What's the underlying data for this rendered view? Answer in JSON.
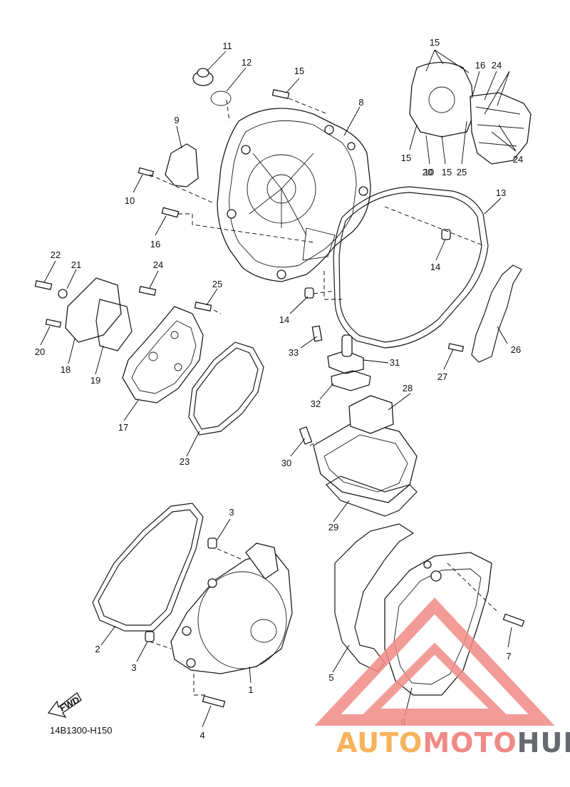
{
  "diagram": {
    "code": "14B1300-H150",
    "fwd_label": "FWD",
    "part_labels": [
      "1",
      "2",
      "3",
      "3",
      "4",
      "5",
      "6",
      "7",
      "8",
      "9",
      "10",
      "10",
      "11",
      "12",
      "13",
      "14",
      "14",
      "15",
      "15",
      "15",
      "15",
      "16",
      "16",
      "17",
      "18",
      "19",
      "20",
      "20",
      "21",
      "22",
      "23",
      "24",
      "24",
      "24",
      "25",
      "25",
      "26",
      "27",
      "28",
      "29",
      "30",
      "31",
      "32",
      "33"
    ]
  },
  "watermark": {
    "part1": "AUTO",
    "part2": "MOTO",
    "part3": "HUB",
    "colors": {
      "auto": "#f7b25c",
      "moto": "#f08a86",
      "hub": "#666a70",
      "triangle": "#f08a86"
    }
  }
}
